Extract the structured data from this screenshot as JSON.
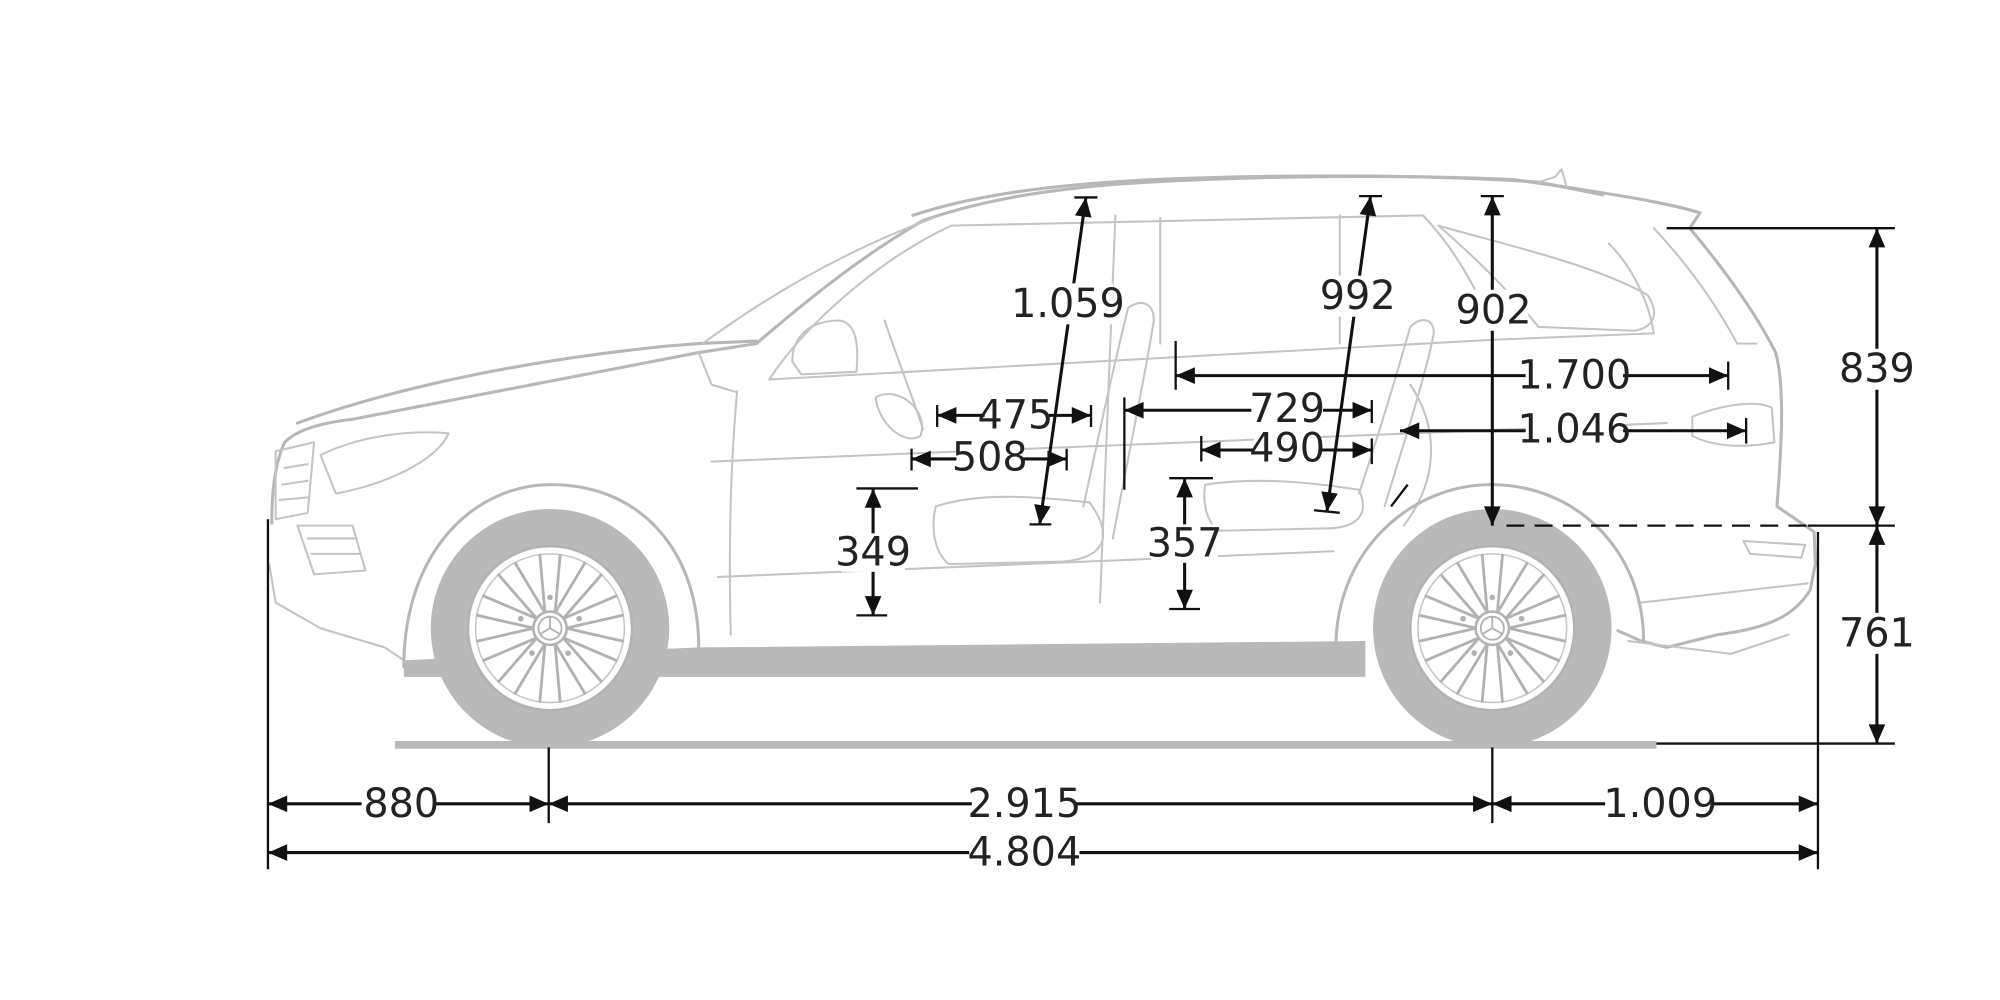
{
  "dimensions": {
    "front_overhang": "880",
    "wheelbase": "2.915",
    "rear_overhang": "1.009",
    "overall_length": "4.804",
    "rear_height_upper": "839",
    "rear_height_lower": "761",
    "front_headroom": "1.059",
    "rear_headroom": "992",
    "cargo_height": "902",
    "front_seat_depth": "475",
    "front_cushion_length": "508",
    "front_seat_height": "349",
    "rear_legroom": "729",
    "rear_cushion_length": "490",
    "rear_seat_height": "357",
    "load_length_upper": "1.700",
    "load_length_lower": "1.046"
  },
  "colors": {
    "car_outline": "#b7b7b7",
    "dimension_ink": "#111111",
    "background": "#ffffff"
  }
}
